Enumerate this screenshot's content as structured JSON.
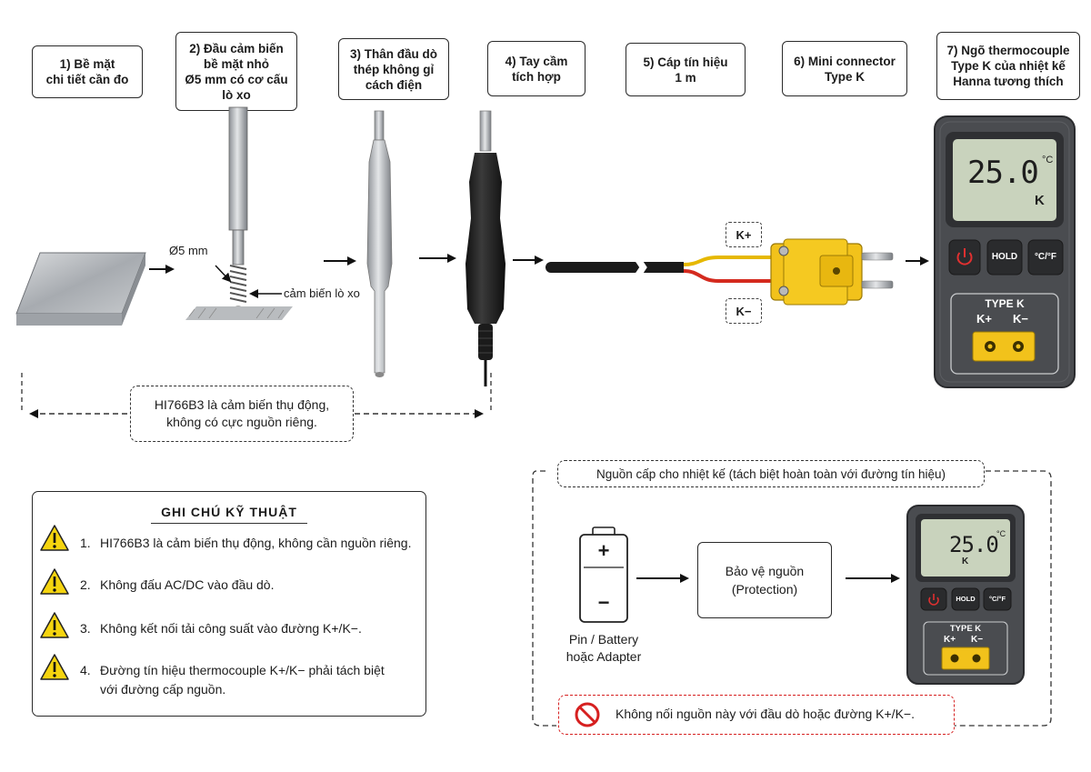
{
  "steps": [
    {
      "label": "1) Bề mặt\nchi tiết cần đo"
    },
    {
      "label": "2) Đầu cảm biến\nbề mặt nhỏ\nØ5 mm có cơ cấu\nlò xo"
    },
    {
      "label": "3) Thân đầu dò\nthép không gỉ\ncách điện"
    },
    {
      "label": "4) Tay cầm\ntích hợp"
    },
    {
      "label": "5) Cáp tín hiệu\n1 m"
    },
    {
      "label": "6) Mini connector\nType K"
    },
    {
      "label": "7) Ngõ thermocouple\nType K của nhiệt kế\nHanna tương thích"
    }
  ],
  "annotations": {
    "diameter": "Ø5 mm",
    "spring": "cảm biến lò xo",
    "k_plus": "K+",
    "k_minus": "K−",
    "passive_note": "HI766B3 là cảm biến thụ động,\nkhông có cực nguồn riêng."
  },
  "meter_top": {
    "reading": "25.0",
    "unit": "°C",
    "type": "K",
    "btn_hold": "HOLD",
    "btn_unit": "°C/°F",
    "port_title": "TYPE K",
    "port_plus": "K+",
    "port_minus": "K−"
  },
  "meter_bottom": {
    "reading": "25.0",
    "unit": "°C",
    "type": "K",
    "btn_hold": "HOLD",
    "btn_unit": "°C/°F",
    "port_title": "TYPE K",
    "port_plus": "K+",
    "port_minus": "K−"
  },
  "notes": {
    "title": "GHI CHÚ KỸ THUẬT",
    "items": [
      {
        "num": "1.",
        "text": "HI766B3 là cảm biến thụ động, không cần nguồn riêng."
      },
      {
        "num": "2.",
        "text": "Không đấu AC/DC vào đầu dò."
      },
      {
        "num": "3.",
        "text": "Không kết nối tải công suất vào đường K+/K−."
      },
      {
        "num": "4.",
        "text": "Đường tín hiệu thermocouple K+/K− phải tách biệt\nvới đường cấp nguồn."
      }
    ]
  },
  "power": {
    "title": "Nguồn cấp cho nhiệt kế (tách biệt hoàn toàn với đường tín hiệu)",
    "battery_label": "Pin / Battery\nhoặc Adapter",
    "battery_plus": "+",
    "battery_minus": "−",
    "protection": "Bảo vệ nguồn\n(Protection)",
    "warning": "Không nối nguồn này với đầu dò hoặc đường K+/K−."
  },
  "colors": {
    "connector": "#f2c21b",
    "wire_plus": "#e6b800",
    "wire_minus": "#d42a1e",
    "meter_body": "#4a4c50",
    "lcd": "#c9d3bd",
    "warn_red": "#d62020"
  }
}
